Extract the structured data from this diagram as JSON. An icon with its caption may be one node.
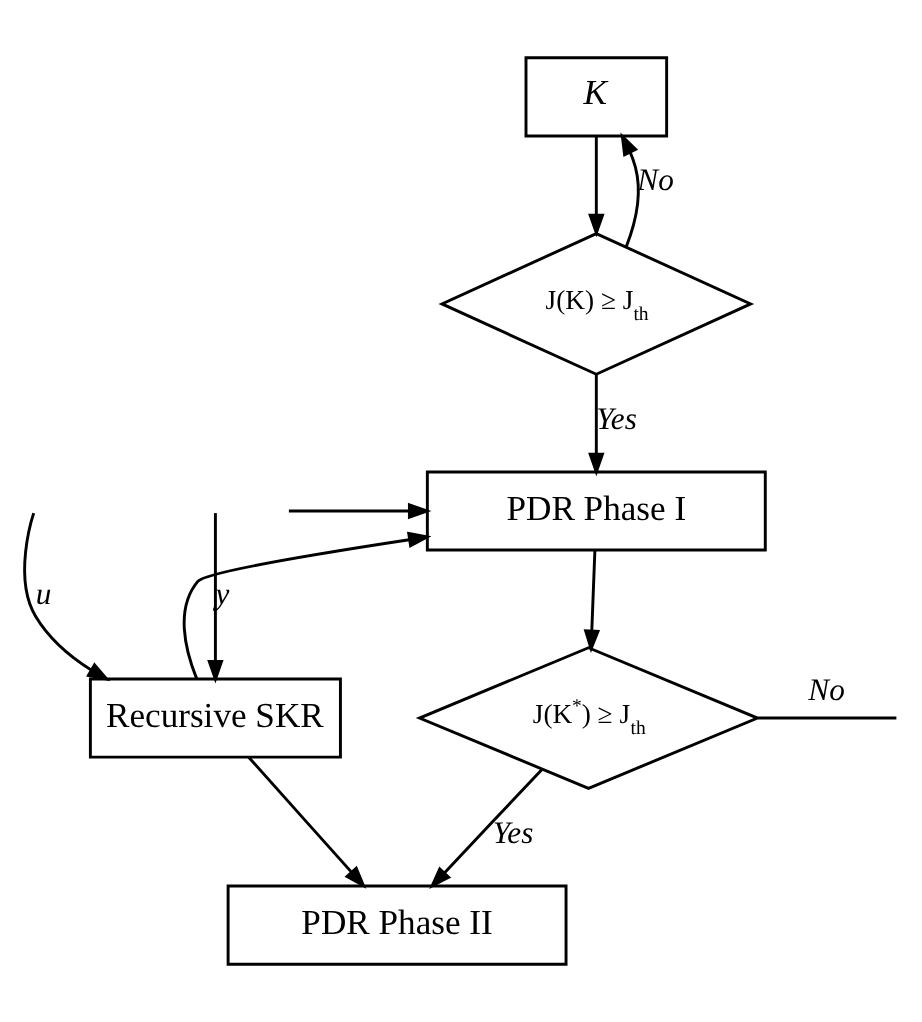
{
  "diagram": {
    "nodes": [
      {
        "text": [
          "K"
        ]
      },
      {
        "text": [
          "J(K) ≥ J$_{th}$"
        ]
      },
      {
        "text": [
          "PDR Phase I"
        ]
      },
      {
        "text": [
          "J(K$^{*}$) ≥ J$_{th}$"
        ]
      },
      {
        "text": [
          "Recursive SKR"
        ]
      },
      {
        "text": [
          "PDR Phase II"
        ]
      }
    ],
    "edges": [
      {
        "from": 0,
        "to": 1,
        "arrow": "to"
      },
      {
        "from": 1,
        "to": 2,
        "arrow": "to",
        "label": "Yes"
      },
      {
        "from": 1,
        "to": 0,
        "arrow": "to",
        "label": "No"
      },
      {
        "from": 2,
        "to": 3,
        "arrow": "to"
      },
      {
        "from": 3,
        "to": 5,
        "arrow": "to",
        "label": "Yes"
      },
      {
        "from": 3,
        "to": null,
        "arrow": "none",
        "label": "No"
      },
      {
        "from": null,
        "to": 2,
        "arrow": "to"
      },
      {
        "from": null,
        "to": 4,
        "arrow": "to",
        "label": "u"
      },
      {
        "from": null,
        "to": 4,
        "arrow": "to",
        "label": "y"
      },
      {
        "from": 4,
        "to": 2,
        "arrow": "to"
      },
      {
        "from": 4,
        "to": 5,
        "arrow": "to"
      }
    ]
  }
}
